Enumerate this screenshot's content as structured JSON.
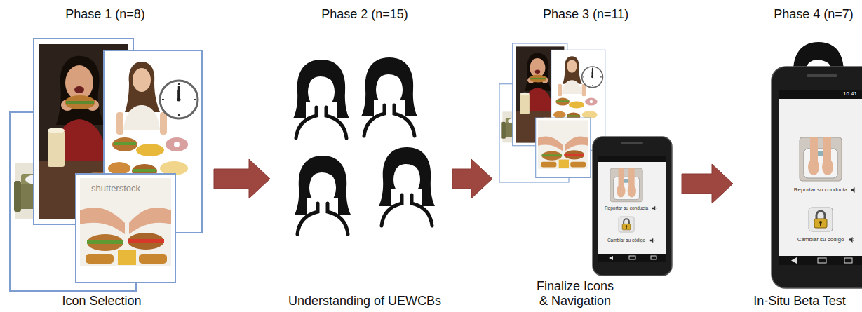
{
  "diagram": {
    "nodes": [
      {
        "text": [
          "Phase 1 (n=8)",
          "Icon Selection"
        ]
      },
      {
        "text": [
          "Phase 2 (n=15)",
          "Understanding of UEWCBs"
        ]
      },
      {
        "text": [
          "Phase 3 (n=11)",
          "Finalize Icons & Navigation"
        ]
      },
      {
        "text": [
          "Phase 4 (n=7)",
          "In-Situ Beta Test"
        ]
      }
    ],
    "edges": [
      {
        "from": 0,
        "to": 1,
        "arrow": "to"
      },
      {
        "from": 1,
        "to": 2,
        "arrow": "to"
      },
      {
        "from": 2,
        "to": 3,
        "arrow": "to"
      }
    ],
    "labels": [
      "shutterstock",
      "Reportar su conducta",
      "Cambiar su código",
      "Reportar su conducta",
      "Cambiar su código",
      "10:41"
    ]
  }
}
